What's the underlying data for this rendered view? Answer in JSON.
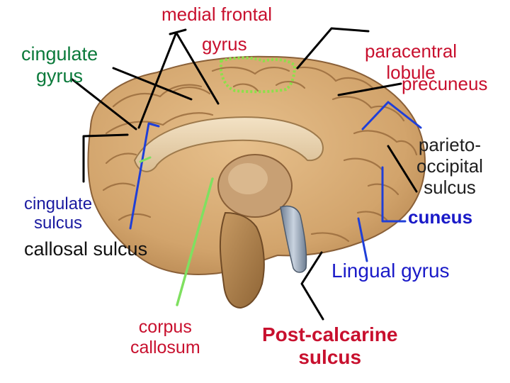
{
  "labels": {
    "cingulate_gyrus": "cingulate\ngyrus",
    "medial_frontal_gyrus_line1": "medial  frontal",
    "medial_frontal_gyrus_line2": "gyrus",
    "paracentral_lobule": "paracentral\nlobule",
    "precuneus": "precuneus",
    "parieto_occipital_sulcus": "parieto-\noccipital\nsulcus",
    "cingulate_sulcus": "cingulate\nsulcus",
    "cuneus": "cuneus",
    "callosal_sulcus": "callosal sulcus",
    "lingual_gyrus": "Lingual gyrus",
    "corpus_callosum": "corpus\ncallosum",
    "post_calcarine_sulcus": "Post-calcarine\nsulcus"
  },
  "colors": {
    "cingulate_gyrus": "#0b7a3b",
    "medial_frontal_gyrus": "#c8102e",
    "paracentral_lobule": "#c8102e",
    "precuneus": "#c8102e",
    "parieto_occipital_sulcus": "#1f1f1f",
    "cingulate_sulcus": "#1a1aa0",
    "cuneus": "#1a1ac8",
    "callosal_sulcus": "#111111",
    "lingual_gyrus": "#1a1ac8",
    "corpus_callosum": "#c8102e",
    "post_calcarine_sulcus": "#c8102e",
    "pointer_black": "#000000",
    "pointer_blue": "#1f3fd8",
    "pointer_green": "#7fe060",
    "brain_fill": "#d7ae7a",
    "brain_shadow": "#b98954",
    "brain_outline": "#8a6038",
    "paracentral_dotted_outline": "#8de04a"
  },
  "image": {
    "subject": "brain-medial-view-illustration"
  }
}
